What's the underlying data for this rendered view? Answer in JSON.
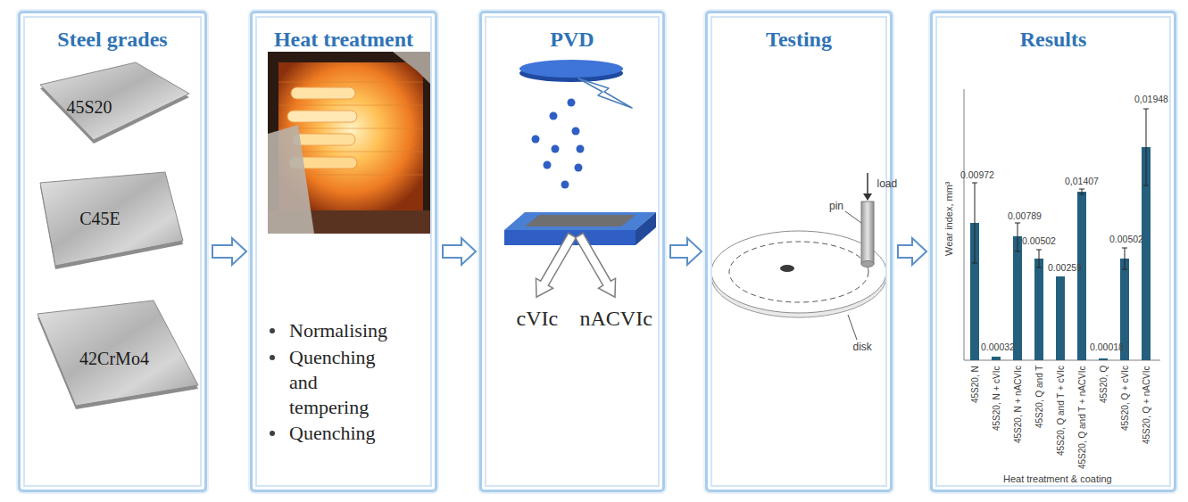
{
  "diagram": {
    "nodes": [
      {
        "text": [
          "Steel grades"
        ]
      },
      {
        "text": [
          "45S20"
        ],
        "in": 0
      },
      {
        "text": [
          "C45E"
        ],
        "in": 0
      },
      {
        "text": [
          "42CrMo4"
        ],
        "in": 0
      },
      {
        "text": [
          "Heat treatment",
          "Normalising",
          "Quenching and tempering",
          "Quenching"
        ]
      },
      {
        "text": [
          "PVD"
        ]
      },
      {
        "text": [
          "Testing"
        ]
      },
      {
        "text": [
          "Results"
        ]
      }
    ],
    "edges": [
      {
        "from": 0,
        "to": 4,
        "arrow": "to"
      },
      {
        "from": 4,
        "to": 5,
        "arrow": "to"
      },
      {
        "from": 5,
        "to": 6,
        "arrow": "to"
      },
      {
        "from": 6,
        "to": 7,
        "arrow": "to"
      }
    ],
    "labels": [
      "cVIc",
      "nACVIc",
      "load",
      "pin",
      "disk",
      "Wear index, mm³",
      "0.00972",
      "0.00032",
      "0.00789",
      "0.00502",
      "0.00259",
      "0,01407",
      "0.00018",
      "0.00502",
      "0,01948",
      "45S20, N",
      "45S20, N + cVIc",
      "45S20, N + nACVIc",
      "45S20, Q and T",
      "45S20, Q and T + cVIc",
      "45S20, Q and T + nACVIc",
      "45S20, Q",
      "45S20, Q + cVIc",
      "45S20, Q + nACVIc",
      "Heat treatment & coating"
    ]
  }
}
